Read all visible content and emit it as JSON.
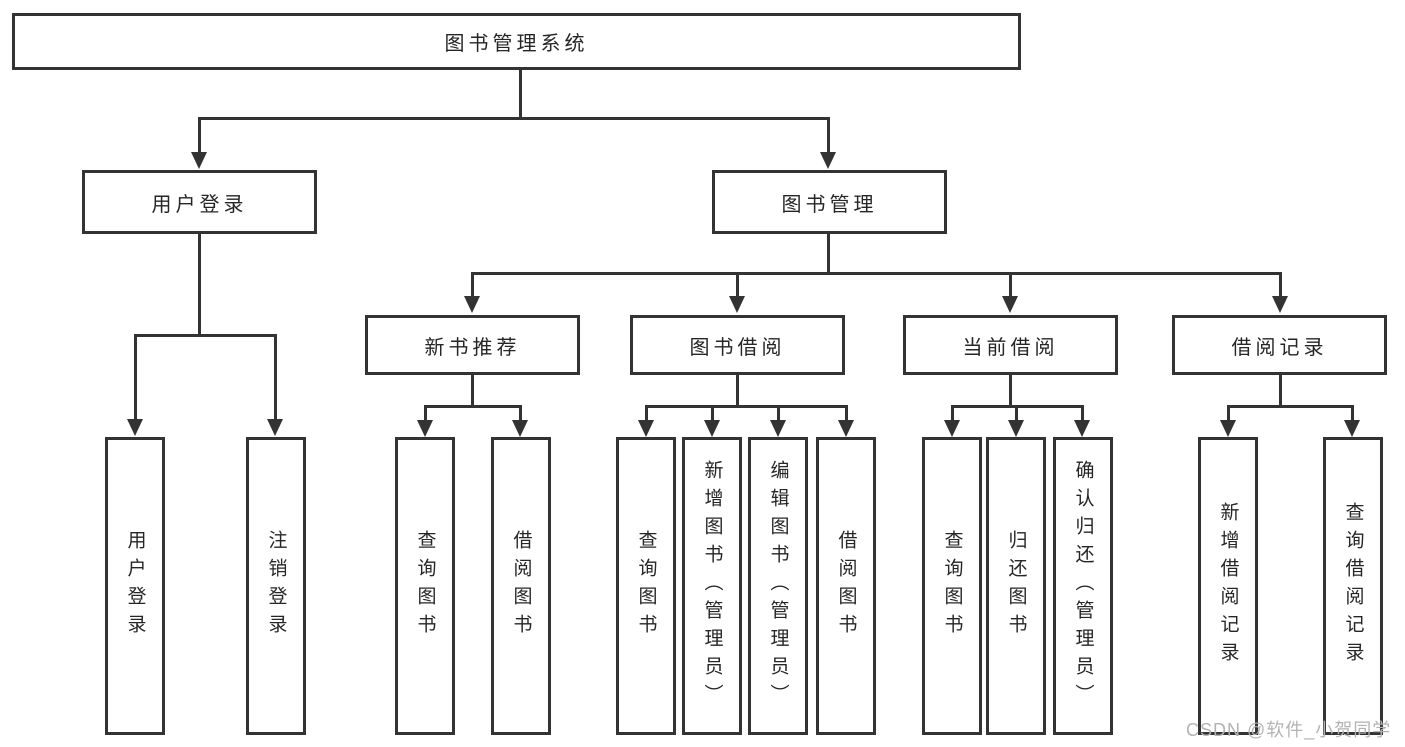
{
  "diagram": {
    "background_color": "#ffffff",
    "line_color": "#333333",
    "text_color": "#262626",
    "tree": {
      "root": {
        "label": "图书管理系统"
      },
      "level2": [
        {
          "label": "用户登录"
        },
        {
          "label": "图书管理"
        }
      ],
      "level3": [
        {
          "label": "新书推荐",
          "parent": "图书管理"
        },
        {
          "label": "图书借阅",
          "parent": "图书管理"
        },
        {
          "label": "当前借阅",
          "parent": "图书管理"
        },
        {
          "label": "借阅记录",
          "parent": "图书管理"
        }
      ],
      "leaves": [
        {
          "label": "用户登录",
          "parent": "用户登录"
        },
        {
          "label": "注销登录",
          "parent": "用户登录"
        },
        {
          "label": "查询图书",
          "parent": "新书推荐"
        },
        {
          "label": "借阅图书",
          "parent": "新书推荐"
        },
        {
          "label": "查询图书",
          "parent": "图书借阅"
        },
        {
          "label": "新增图书（管理员）",
          "parent": "图书借阅"
        },
        {
          "label": "编辑图书（管理员）",
          "parent": "图书借阅"
        },
        {
          "label": "借阅图书",
          "parent": "图书借阅"
        },
        {
          "label": "查询图书",
          "parent": "当前借阅"
        },
        {
          "label": "归还图书",
          "parent": "当前借阅"
        },
        {
          "label": "确认归还（管理员）",
          "parent": "当前借阅"
        },
        {
          "label": "新增借阅记录",
          "parent": "借阅记录"
        },
        {
          "label": "查询借阅记录",
          "parent": "借阅记录"
        }
      ]
    },
    "watermark": {
      "text": "CSDN @软件_小贺同学",
      "color": "#b3b3b3"
    }
  }
}
